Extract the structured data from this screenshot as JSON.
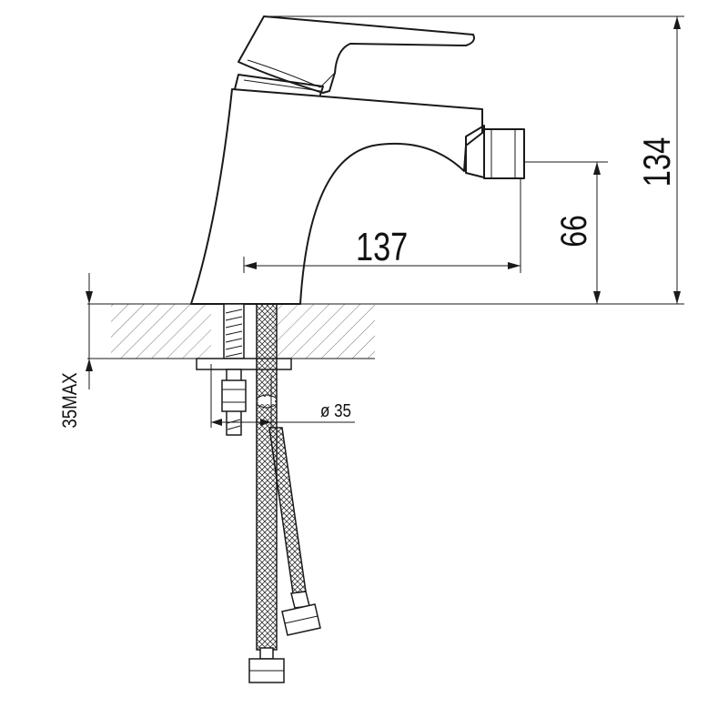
{
  "dimensions": {
    "spout_reach": "137",
    "spout_height": "66",
    "total_height": "134",
    "hole_diameter": "ø 35",
    "max_deck_thickness": "35MAX"
  },
  "colors": {
    "line": "#1a1a1a",
    "hatch": "#7a7a7a",
    "background": "#ffffff"
  }
}
